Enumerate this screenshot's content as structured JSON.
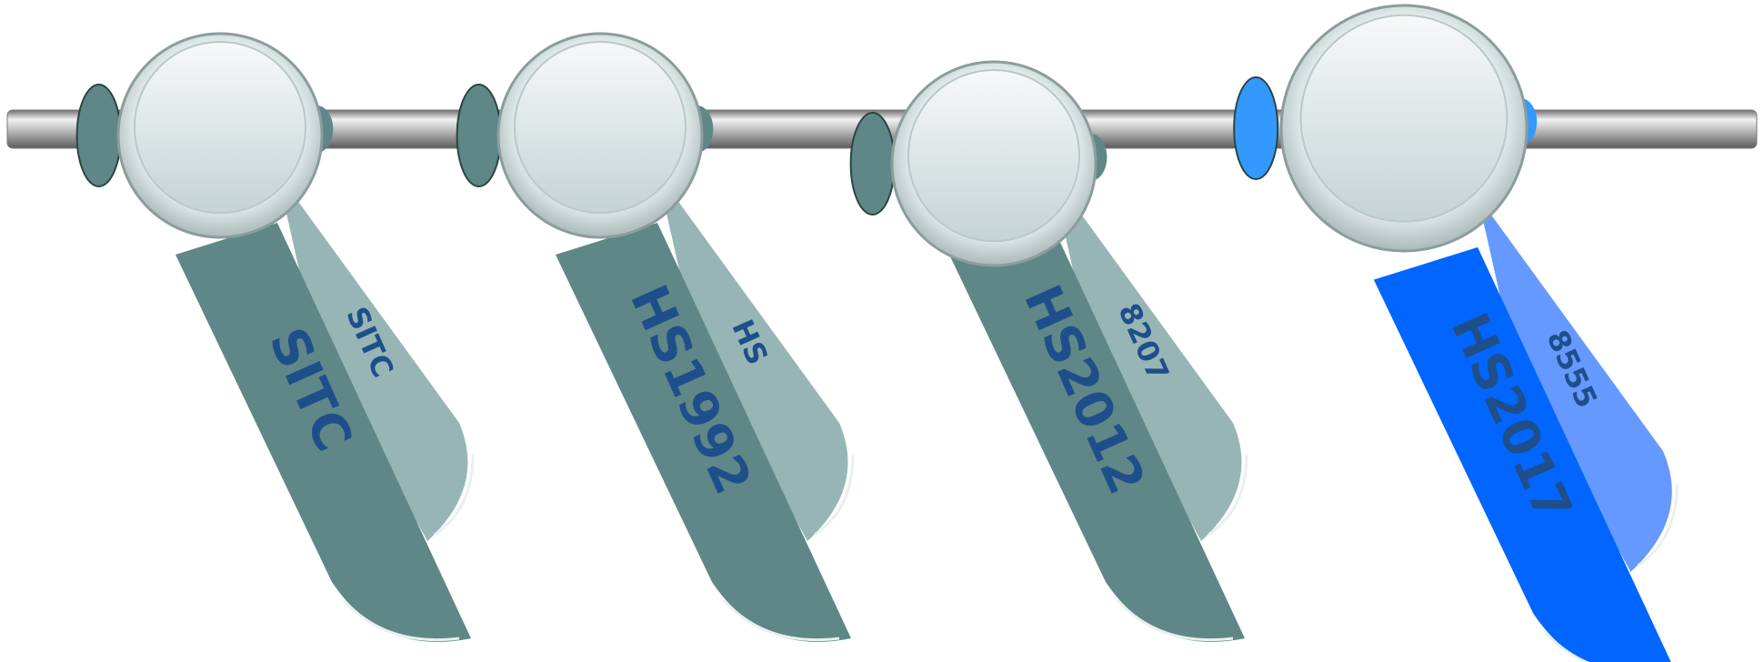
{
  "colors": {
    "rod": "#9a9a9a",
    "inactive_back": "#98b5b5",
    "inactive_front": "#5f8787",
    "inactive_washer": "#5f8787",
    "active_back": "#6699ff",
    "active_front": "#0066ff",
    "active_washer": "#3399ff",
    "text": "#1f4f8a"
  },
  "tags": [
    {
      "main_label": "SITC",
      "sub_label": "SITC",
      "active": false
    },
    {
      "main_label": "HS1992",
      "sub_label": "HS",
      "active": false
    },
    {
      "main_label": "HS2012",
      "sub_label": "8207",
      "active": false
    },
    {
      "main_label": "HS2017",
      "sub_label": "8555",
      "active": true
    }
  ]
}
